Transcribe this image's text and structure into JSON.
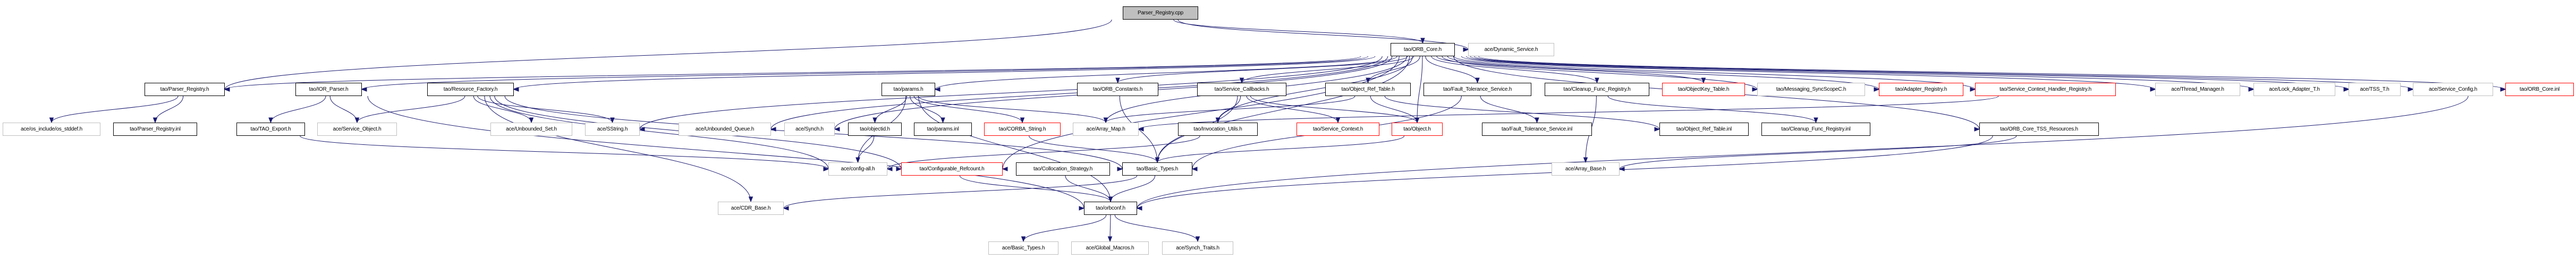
{
  "diagram": {
    "title": "Include dependency graph for Parser_Registry.cpp",
    "colors": {
      "edge": "#191970",
      "documented_border": "#000000",
      "external_border": "#bfbfbf",
      "highlight_border": "#ff0000",
      "root_fill": "#bfbfbf"
    },
    "nodes": [
      {
        "id": "root",
        "label": "Parser_Registry.cpp",
        "kind": "root"
      },
      {
        "id": "orb_core_h",
        "label": "tao/ORB_Core.h",
        "kind": "documented"
      },
      {
        "id": "dynamic_service",
        "label": "ace/Dynamic_Service.h",
        "kind": "external"
      },
      {
        "id": "parser_registry_h",
        "label": "tao/Parser_Registry.h",
        "kind": "documented"
      },
      {
        "id": "ior_parser",
        "label": "tao/IOR_Parser.h",
        "kind": "documented"
      },
      {
        "id": "resource_factory",
        "label": "tao/Resource_Factory.h",
        "kind": "documented"
      },
      {
        "id": "params_h",
        "label": "tao/params.h",
        "kind": "documented"
      },
      {
        "id": "orb_constants",
        "label": "tao/ORB_Constants.h",
        "kind": "documented"
      },
      {
        "id": "service_callbacks",
        "label": "tao/Service_Callbacks.h",
        "kind": "documented"
      },
      {
        "id": "object_ref_table_h",
        "label": "tao/Object_Ref_Table.h",
        "kind": "documented"
      },
      {
        "id": "ft_service_h",
        "label": "tao/Fault_Tolerance_Service.h",
        "kind": "documented"
      },
      {
        "id": "cleanup_h",
        "label": "tao/Cleanup_Func_Registry.h",
        "kind": "documented"
      },
      {
        "id": "objectkey_table",
        "label": "tao/ObjectKey_Table.h",
        "kind": "cycle"
      },
      {
        "id": "messaging_sync",
        "label": "tao/Messaging_SyncScopeC.h",
        "kind": "external"
      },
      {
        "id": "adapter_registry",
        "label": "tao/Adapter_Registry.h",
        "kind": "cycle"
      },
      {
        "id": "sch_registry",
        "label": "tao/Service_Context_Handler_Registry.h",
        "kind": "cycle"
      },
      {
        "id": "thread_manager",
        "label": "ace/Thread_Manager.h",
        "kind": "external"
      },
      {
        "id": "lock_adapter",
        "label": "ace/Lock_Adapter_T.h",
        "kind": "external"
      },
      {
        "id": "tss_t",
        "label": "ace/TSS_T.h",
        "kind": "external"
      },
      {
        "id": "service_config",
        "label": "ace/Service_Config.h",
        "kind": "external"
      },
      {
        "id": "orb_core_inl",
        "label": "tao/ORB_Core.inl",
        "kind": "cycle"
      },
      {
        "id": "os_stddef",
        "label": "ace/os_include/os_stddef.h",
        "kind": "external"
      },
      {
        "id": "parser_registry_inl",
        "label": "tao/Parser_Registry.inl",
        "kind": "documented"
      },
      {
        "id": "tao_export",
        "label": "tao/TAO_Export.h",
        "kind": "documented"
      },
      {
        "id": "service_object",
        "label": "ace/Service_Object.h",
        "kind": "external"
      },
      {
        "id": "unbounded_set",
        "label": "ace/Unbounded_Set.h",
        "kind": "external"
      },
      {
        "id": "sstring",
        "label": "ace/SString.h",
        "kind": "external"
      },
      {
        "id": "unbounded_queue",
        "label": "ace/Unbounded_Queue.h",
        "kind": "external"
      },
      {
        "id": "synch",
        "label": "ace/Synch.h",
        "kind": "external"
      },
      {
        "id": "objectid",
        "label": "tao/objectid.h",
        "kind": "documented"
      },
      {
        "id": "params_inl",
        "label": "tao/params.inl",
        "kind": "documented"
      },
      {
        "id": "corba_string",
        "label": "tao/CORBA_String.h",
        "kind": "cycle"
      },
      {
        "id": "array_map",
        "label": "ace/Array_Map.h",
        "kind": "external"
      },
      {
        "id": "invocation_utils",
        "label": "tao/Invocation_Utils.h",
        "kind": "documented"
      },
      {
        "id": "service_context",
        "label": "tao/Service_Context.h",
        "kind": "cycle"
      },
      {
        "id": "object_h",
        "label": "tao/Object.h",
        "kind": "cycle"
      },
      {
        "id": "ft_service_inl",
        "label": "tao/Fault_Tolerance_Service.inl",
        "kind": "documented"
      },
      {
        "id": "object_ref_table_inl",
        "label": "tao/Object_Ref_Table.inl",
        "kind": "documented"
      },
      {
        "id": "cleanup_inl",
        "label": "tao/Cleanup_Func_Registry.inl",
        "kind": "documented"
      },
      {
        "id": "orb_core_tss",
        "label": "tao/ORB_Core_TSS_Resources.h",
        "kind": "documented"
      },
      {
        "id": "config_all",
        "label": "ace/config-all.h",
        "kind": "external"
      },
      {
        "id": "configurable_refcount",
        "label": "tao/Configurable_Refcount.h",
        "kind": "cycle"
      },
      {
        "id": "collocation_strategy",
        "label": "tao/Collocation_Strategy.h",
        "kind": "documented"
      },
      {
        "id": "tao_basic_types",
        "label": "tao/Basic_Types.h",
        "kind": "documented"
      },
      {
        "id": "array_base",
        "label": "ace/Array_Base.h",
        "kind": "external"
      },
      {
        "id": "cdr_base",
        "label": "ace/CDR_Base.h",
        "kind": "external"
      },
      {
        "id": "orbconf",
        "label": "tao/orbconf.h",
        "kind": "documented"
      },
      {
        "id": "ace_basic_types",
        "label": "ace/Basic_Types.h",
        "kind": "external"
      },
      {
        "id": "global_macros",
        "label": "ace/Global_Macros.h",
        "kind": "external"
      },
      {
        "id": "synch_traits",
        "label": "ace/Synch_Traits.h",
        "kind": "external"
      }
    ],
    "edges": [
      [
        "root",
        "orb_core_h"
      ],
      [
        "root",
        "dynamic_service"
      ],
      [
        "root",
        "parser_registry_h"
      ],
      [
        "orb_core_h",
        "parser_registry_h"
      ],
      [
        "orb_core_h",
        "ior_parser"
      ],
      [
        "orb_core_h",
        "resource_factory"
      ],
      [
        "orb_core_h",
        "params_h"
      ],
      [
        "orb_core_h",
        "orb_constants"
      ],
      [
        "orb_core_h",
        "service_callbacks"
      ],
      [
        "orb_core_h",
        "object_ref_table_h"
      ],
      [
        "orb_core_h",
        "ft_service_h"
      ],
      [
        "orb_core_h",
        "cleanup_h"
      ],
      [
        "orb_core_h",
        "objectkey_table"
      ],
      [
        "orb_core_h",
        "messaging_sync"
      ],
      [
        "orb_core_h",
        "adapter_registry"
      ],
      [
        "orb_core_h",
        "sch_registry"
      ],
      [
        "orb_core_h",
        "thread_manager"
      ],
      [
        "orb_core_h",
        "lock_adapter"
      ],
      [
        "orb_core_h",
        "tss_t"
      ],
      [
        "orb_core_h",
        "service_config"
      ],
      [
        "orb_core_h",
        "orb_core_inl"
      ],
      [
        "orb_core_h",
        "orb_core_tss"
      ],
      [
        "orb_core_h",
        "sstring"
      ],
      [
        "orb_core_h",
        "unbounded_queue"
      ],
      [
        "orb_core_h",
        "synch"
      ],
      [
        "orb_core_h",
        "array_map"
      ],
      [
        "orb_core_h",
        "invocation_utils"
      ],
      [
        "orb_core_h",
        "object_h"
      ],
      [
        "orb_core_h",
        "configurable_refcount"
      ],
      [
        "orb_core_h",
        "tao_basic_types"
      ],
      [
        "parser_registry_h",
        "os_stddef"
      ],
      [
        "parser_registry_h",
        "parser_registry_inl"
      ],
      [
        "ior_parser",
        "tao_export"
      ],
      [
        "ior_parser",
        "service_object"
      ],
      [
        "ior_parser",
        "orbconf"
      ],
      [
        "resource_factory",
        "service_object"
      ],
      [
        "resource_factory",
        "unbounded_set"
      ],
      [
        "resource_factory",
        "sstring"
      ],
      [
        "resource_factory",
        "cdr_base"
      ],
      [
        "resource_factory",
        "config_all"
      ],
      [
        "resource_factory",
        "tao_basic_types"
      ],
      [
        "resource_factory",
        "configurable_refcount"
      ],
      [
        "tao_export",
        "config_all"
      ],
      [
        "params_h",
        "objectid"
      ],
      [
        "params_h",
        "params_inl"
      ],
      [
        "params_h",
        "corba_string"
      ],
      [
        "params_h",
        "array_map"
      ],
      [
        "params_h",
        "config_all"
      ],
      [
        "params_h",
        "orbconf"
      ],
      [
        "objectid",
        "config_all"
      ],
      [
        "corba_string",
        "tao_basic_types"
      ],
      [
        "orb_constants",
        "tao_basic_types"
      ],
      [
        "service_callbacks",
        "invocation_utils"
      ],
      [
        "service_callbacks",
        "service_context"
      ],
      [
        "service_callbacks",
        "object_h"
      ],
      [
        "service_callbacks",
        "tao_basic_types"
      ],
      [
        "invocation_utils",
        "config_all"
      ],
      [
        "object_ref_table_h",
        "object_h"
      ],
      [
        "object_ref_table_h",
        "array_map"
      ],
      [
        "object_ref_table_h",
        "object_ref_table_inl"
      ],
      [
        "object_h",
        "tao_basic_types"
      ],
      [
        "ft_service_h",
        "ft_service_inl"
      ],
      [
        "ft_service_h",
        "tao_basic_types"
      ],
      [
        "cleanup_h",
        "cleanup_inl"
      ],
      [
        "cleanup_h",
        "array_base"
      ],
      [
        "sch_registry",
        "array_map"
      ],
      [
        "orb_core_tss",
        "array_base"
      ],
      [
        "orb_core_tss",
        "orbconf"
      ],
      [
        "orb_core_inl",
        "orbconf"
      ],
      [
        "configurable_refcount",
        "orbconf"
      ],
      [
        "collocation_strategy",
        "orbconf"
      ],
      [
        "tao_basic_types",
        "orbconf"
      ],
      [
        "tao_basic_types",
        "cdr_base"
      ],
      [
        "orbconf",
        "ace_basic_types"
      ],
      [
        "orbconf",
        "global_macros"
      ],
      [
        "orbconf",
        "synch_traits"
      ]
    ]
  }
}
